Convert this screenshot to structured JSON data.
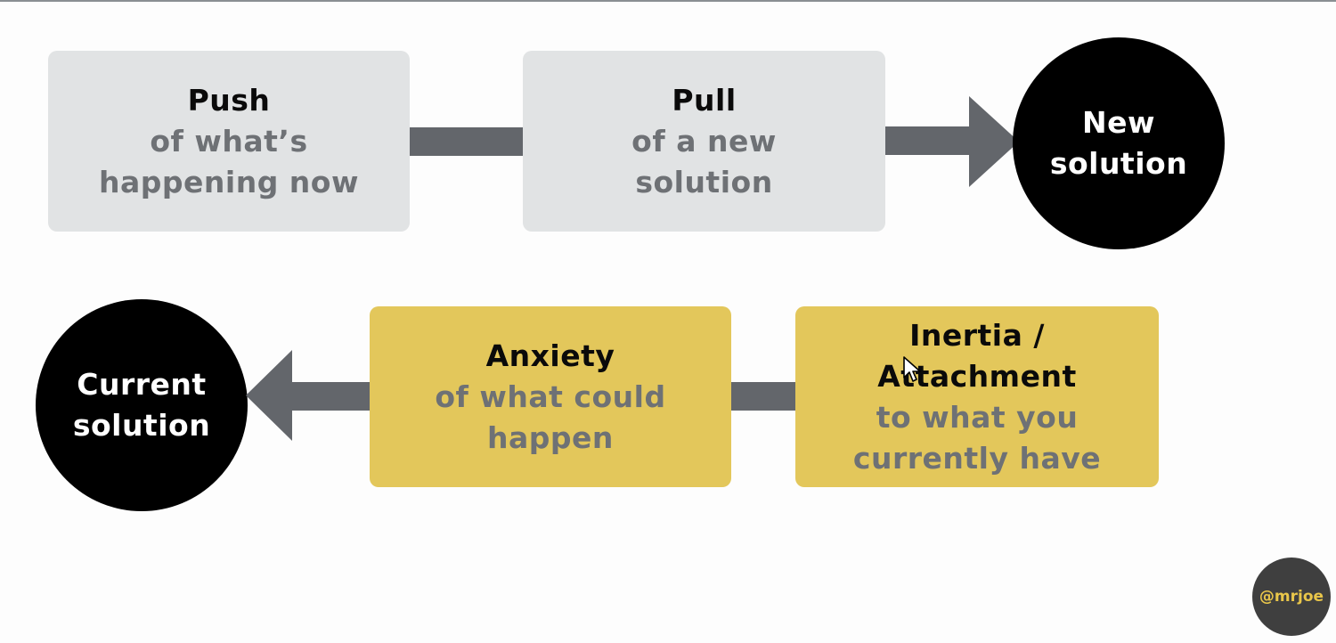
{
  "forces": {
    "push": {
      "heading": "Push",
      "sub_lines": [
        "of what’s",
        "happening now"
      ]
    },
    "pull": {
      "heading": "Pull",
      "sub_lines": [
        "of a new",
        "solution"
      ]
    },
    "anxiety": {
      "heading": "Anxiety",
      "sub_lines": [
        "of what could",
        "happen"
      ]
    },
    "inertia": {
      "heading_lines": [
        "Inertia /",
        "Attachment"
      ],
      "sub_lines": [
        "to what you",
        "currently have"
      ]
    }
  },
  "outcomes": {
    "new_solution": [
      "New",
      "solution"
    ],
    "current_solution": [
      "Current",
      "solution"
    ]
  },
  "badge": "@mrjoe",
  "colors": {
    "grey_box": "#e1e3e4",
    "gold_box": "#e3c75b",
    "connector": "#63666b",
    "subtext": "#6e7175",
    "circle": "#000000"
  }
}
